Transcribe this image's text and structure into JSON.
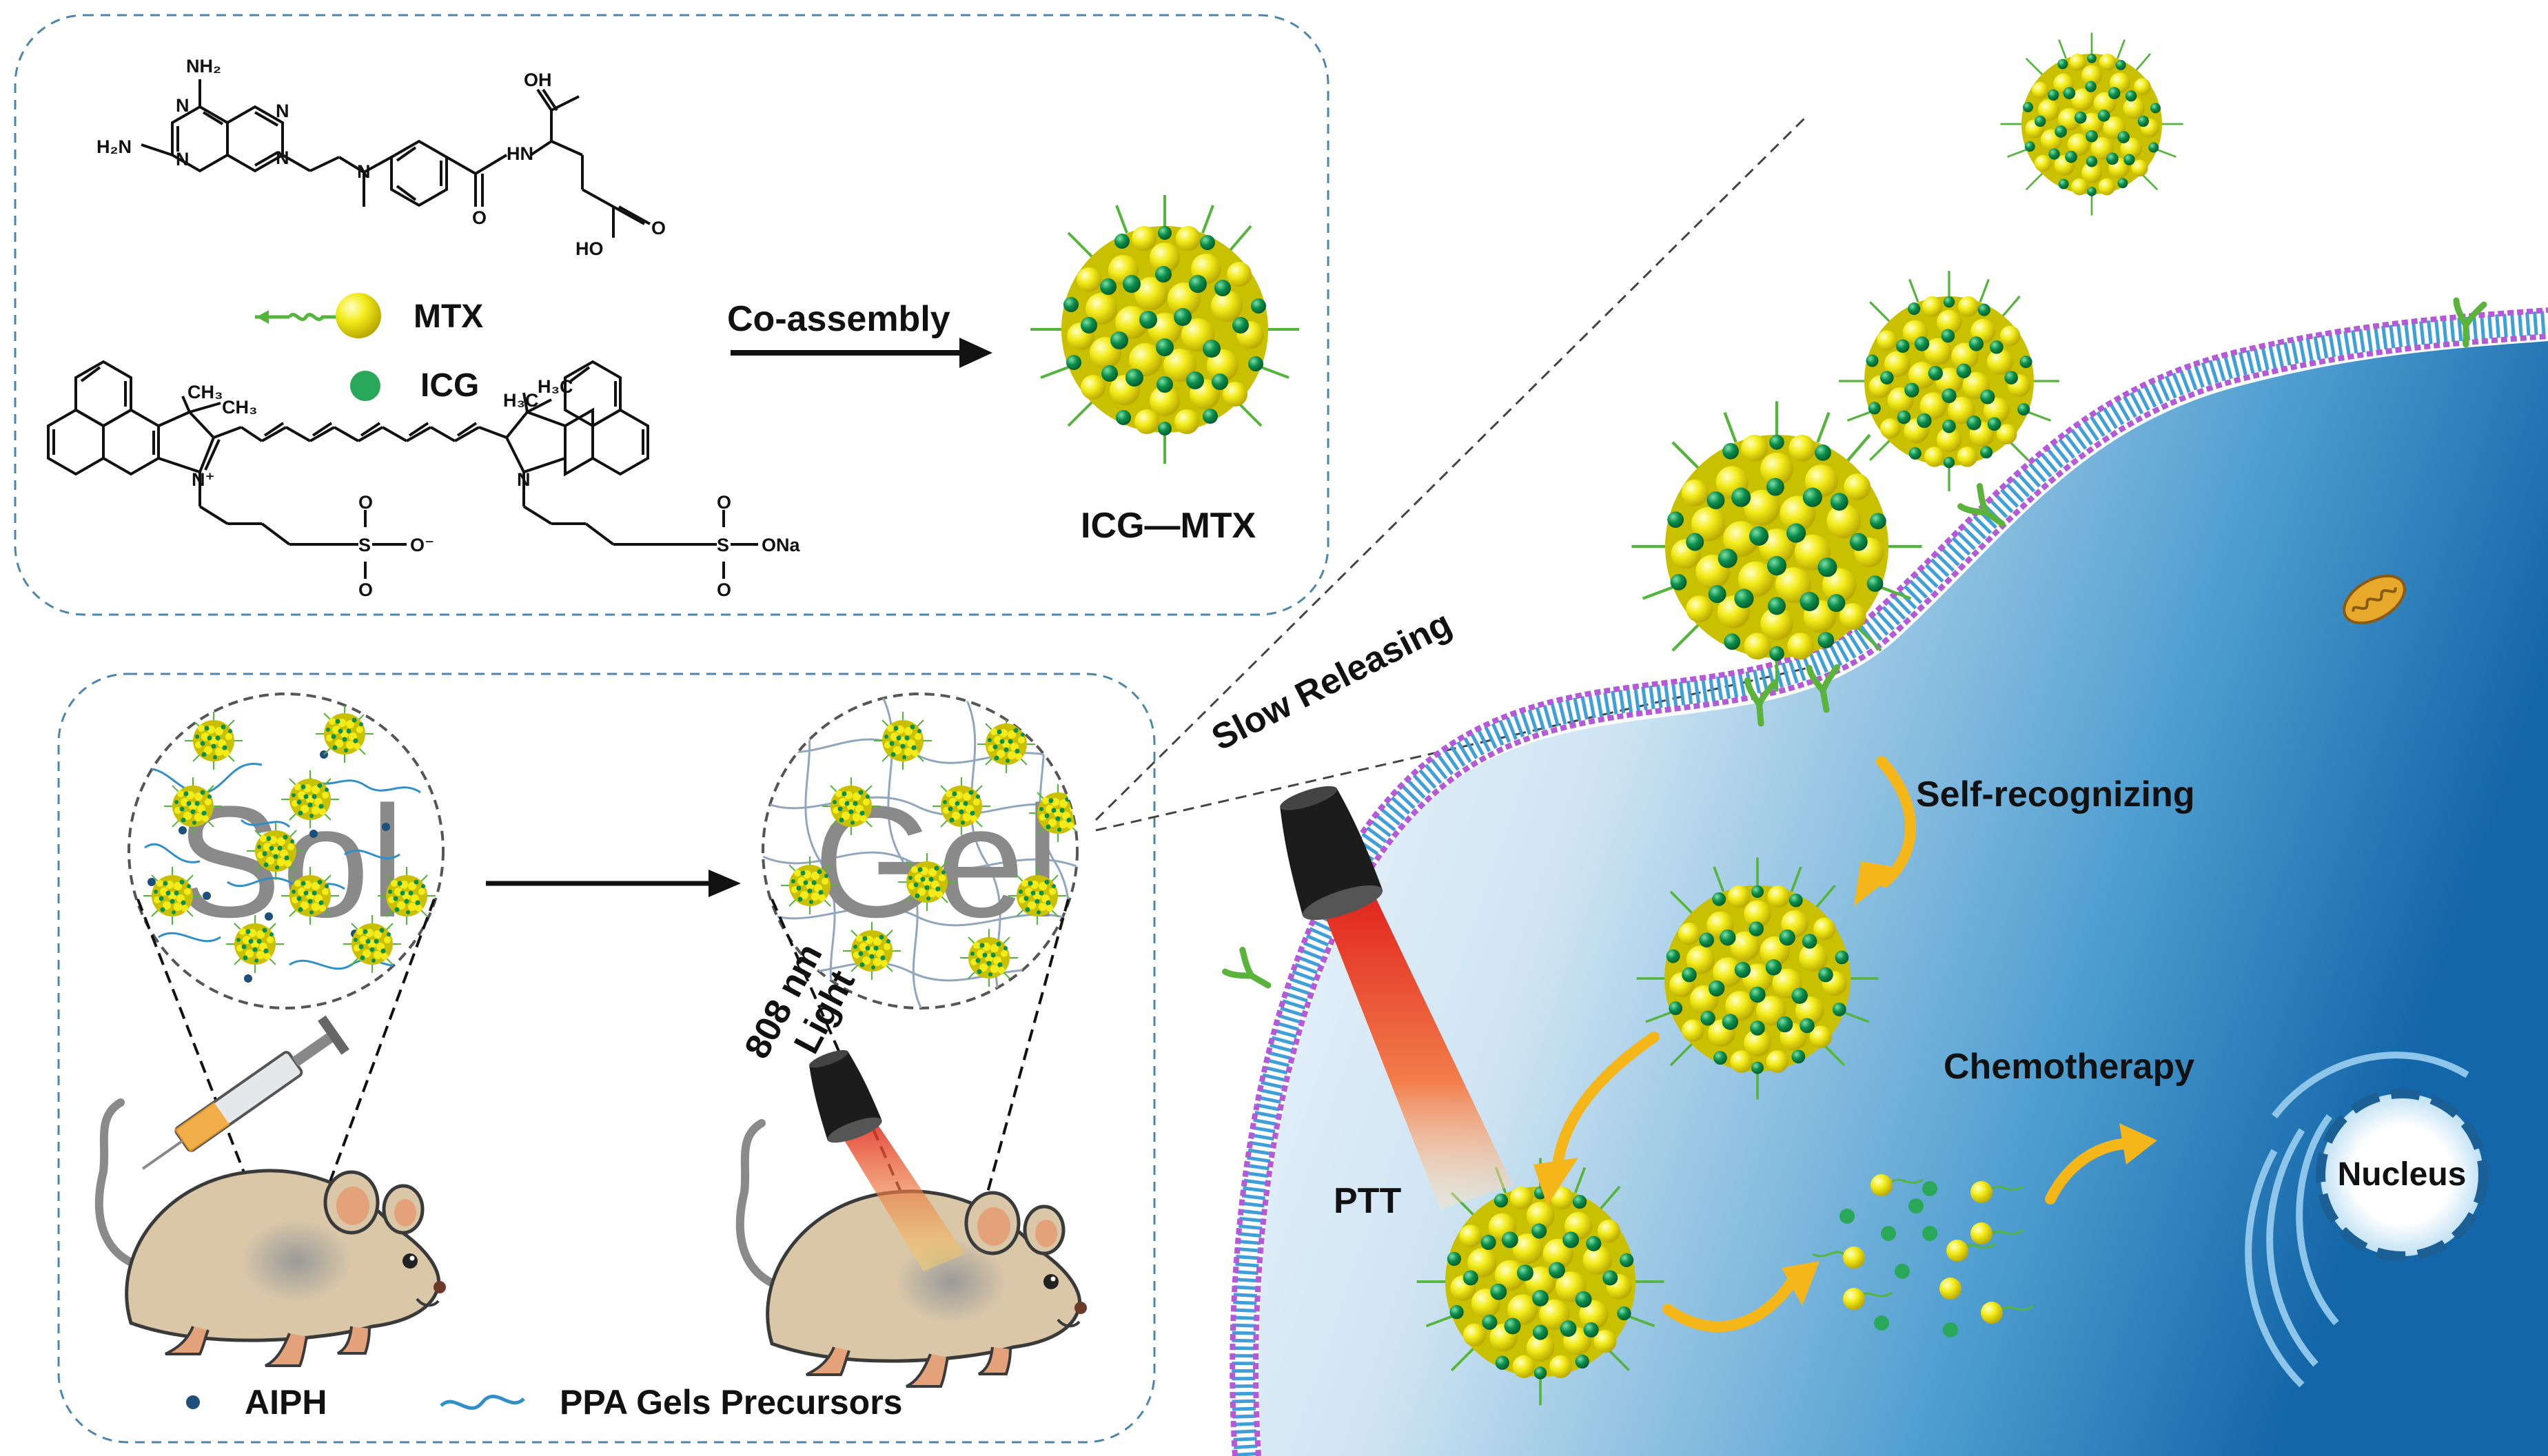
{
  "top_panel": {
    "legend_mtx": "MTX",
    "legend_icg": "ICG",
    "arrow_label": "Co-assembly",
    "particle_label": "ICG—MTX",
    "mtx_atoms": {
      "nh2_top": "NH₂",
      "nh2_left": "H₂N",
      "n1": "N",
      "n2": "N",
      "n3": "N",
      "n4": "N",
      "n_amine": "N",
      "oh": "OH",
      "nh": "HN",
      "o1": "O",
      "ho": "HO",
      "o2": "O"
    },
    "icg_atoms": {
      "ch3_a": "CH₃",
      "ch3_b": "CH₃",
      "n_plus": "N⁺",
      "h3c_a": "H₃C",
      "h3c_b": "H₃C",
      "n_right": "N",
      "so3_left": "S",
      "o_minus": "O⁻",
      "o_l1": "O",
      "o_l2": "O",
      "so3_right": "S",
      "ona": "ONa",
      "o_r1": "O",
      "o_r2": "O"
    }
  },
  "bottom_panel": {
    "sol_text": "Sol",
    "gel_text": "Gel",
    "light_label_1": "808 nm",
    "light_label_2": "Light",
    "legend_aiph": "AIPH",
    "legend_precursors": "PPA Gels Precursors"
  },
  "right_panel": {
    "slow_releasing": "Slow Releasing",
    "self_recognizing": "Self-recognizing",
    "chemotherapy": "Chemotherapy",
    "ptt": "PTT",
    "nucleus": "Nucleus"
  },
  "colors": {
    "mtx_yellow": "#f3ec1a",
    "icg_green": "#0b8f4c",
    "membrane_blue": "#3f9fd8",
    "membrane_purple": "#b45ad6",
    "cell_blue": "#1c77b8",
    "arrow_orange": "#f5b61a",
    "panel_border": "#4c86ad"
  }
}
